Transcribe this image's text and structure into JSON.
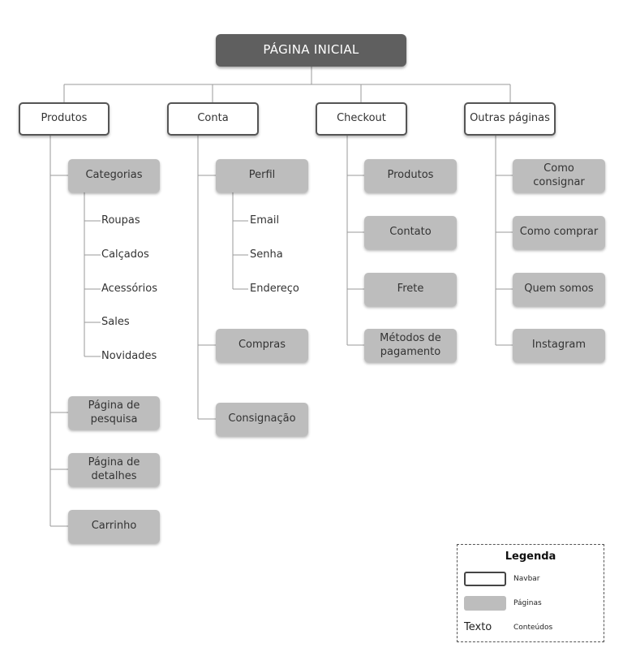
{
  "root": {
    "label": "PÁGINA INICIAL"
  },
  "columns": [
    {
      "nav": "Produtos",
      "pages": [
        "Categorias",
        "Página de pesquisa",
        "Página de detalhes",
        "Carrinho"
      ],
      "contents": [
        "Roupas",
        "Calçados",
        "Acessórios",
        "Sales",
        "Novidades"
      ]
    },
    {
      "nav": "Conta",
      "pages": [
        "Perfil",
        "Compras",
        "Consignação"
      ],
      "contents": [
        "Email",
        "Senha",
        "Endereço"
      ]
    },
    {
      "nav": "Checkout",
      "pages": [
        "Produtos",
        "Contato",
        "Frete",
        "Métodos de pagamento"
      ]
    },
    {
      "nav": "Outras páginas",
      "pages": [
        "Como consignar",
        "Como comprar",
        "Quem somos",
        "Instagram"
      ]
    }
  ],
  "legend": {
    "title": "Legenda",
    "navbar": "Navbar",
    "pages": "Páginas",
    "sample_text": "Texto",
    "contents": "Conteúdos"
  },
  "colors": {
    "root_fill": "#5f5f5f",
    "page_fill": "#bdbdbd",
    "navbar_border": "#555555",
    "connector": "#9a9a9a"
  }
}
